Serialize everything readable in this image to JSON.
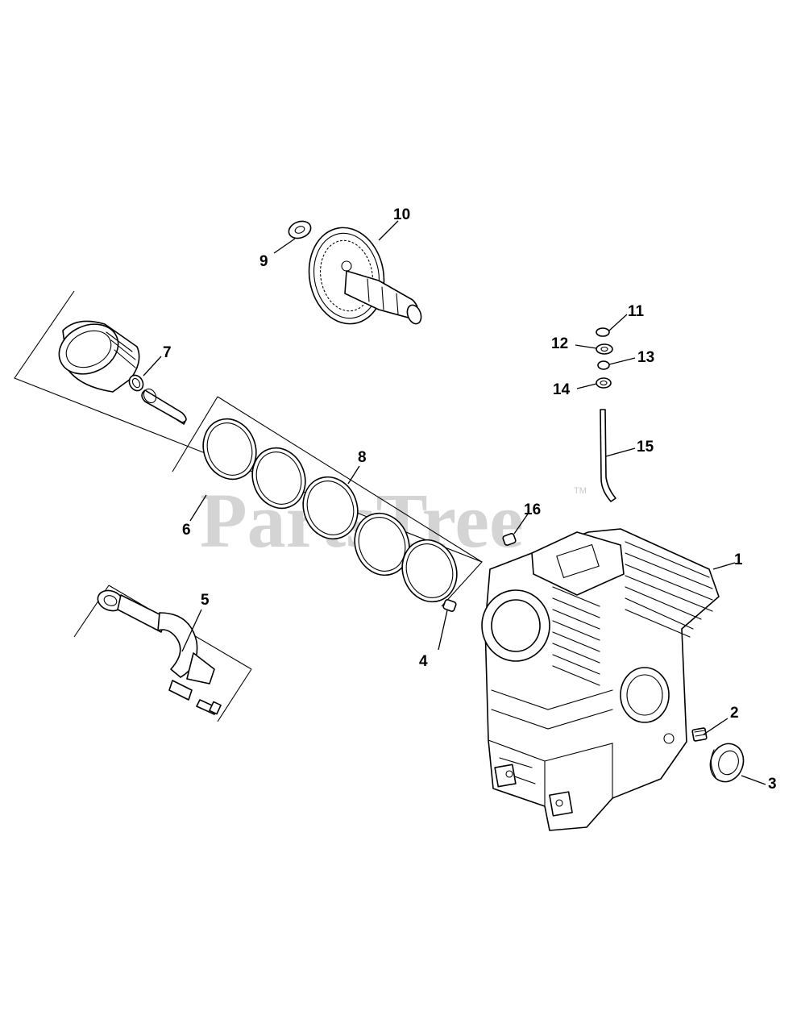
{
  "diagram": {
    "watermark": "PartsTree",
    "trademark": "TM",
    "callouts": [
      {
        "id": "1",
        "label": "1"
      },
      {
        "id": "2",
        "label": "2"
      },
      {
        "id": "3",
        "label": "3"
      },
      {
        "id": "4",
        "label": "4"
      },
      {
        "id": "5",
        "label": "5"
      },
      {
        "id": "6",
        "label": "6"
      },
      {
        "id": "7",
        "label": "7"
      },
      {
        "id": "8",
        "label": "8"
      },
      {
        "id": "9",
        "label": "9"
      },
      {
        "id": "10",
        "label": "10"
      },
      {
        "id": "11",
        "label": "11"
      },
      {
        "id": "12",
        "label": "12"
      },
      {
        "id": "13",
        "label": "13"
      },
      {
        "id": "14",
        "label": "14"
      },
      {
        "id": "15",
        "label": "15"
      },
      {
        "id": "16",
        "label": "16"
      }
    ]
  },
  "colors": {
    "line": "#000000",
    "background": "#ffffff",
    "watermark": "#d4d4d4"
  }
}
